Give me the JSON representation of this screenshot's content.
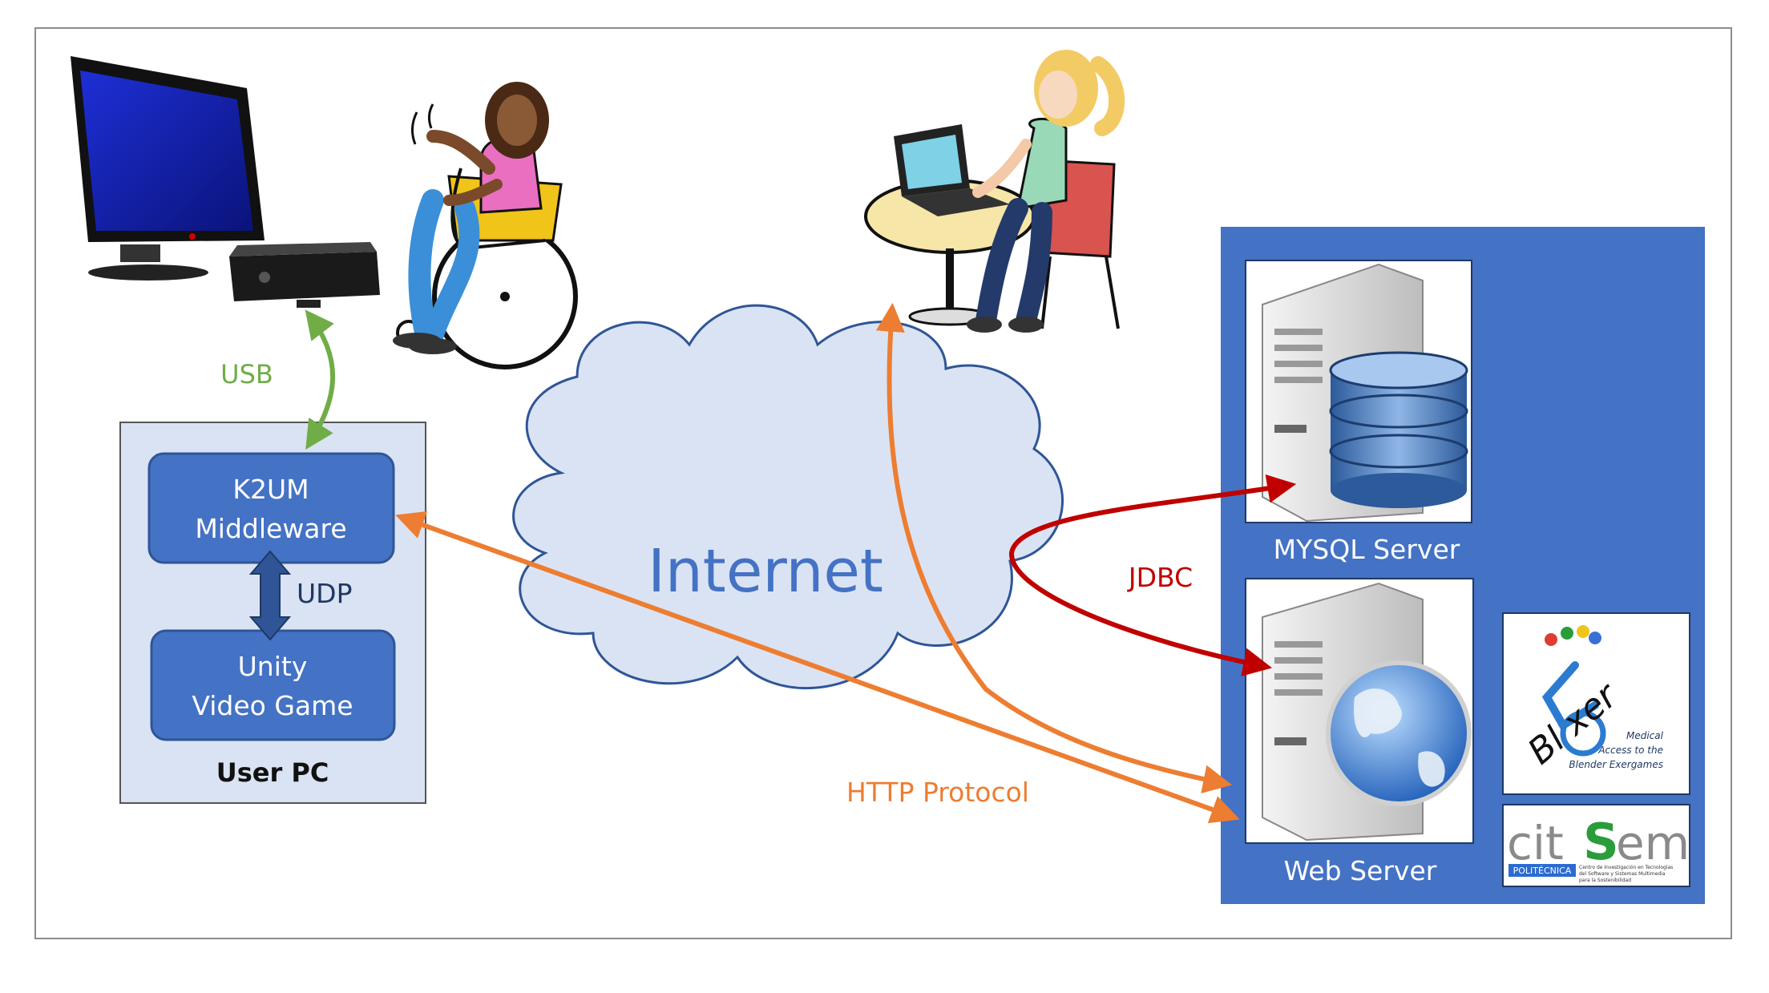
{
  "user_pc": {
    "title": "User PC",
    "middleware_line1": "K2UM",
    "middleware_line2": "Middleware",
    "game_line1": "Unity",
    "game_line2": "Video Game",
    "udp_label": "UDP"
  },
  "links": {
    "usb_label": "USB",
    "http_label": "HTTP Protocol",
    "jdbc_label": "JDBC"
  },
  "internet": {
    "label": "Internet"
  },
  "servers": {
    "mysql_label": "MYSQL Server",
    "web_label": "Web Server"
  },
  "logos": {
    "blexer_wordmark": "Bl xer",
    "blexer_tagline_1": "Medical",
    "blexer_tagline_2": "Access to the",
    "blexer_tagline_3": "Blender Exergames",
    "citsem_wordmark_1": "cit",
    "citsem_wordmark_2": "S",
    "citsem_wordmark_3": "em",
    "citsem_badge": "POLITÉCNICA",
    "citsem_caption_1": "Centro de Investigación en Tecnologías",
    "citsem_caption_2": "del Software y Sistemas Multimedia",
    "citsem_caption_3": "para la Sostenibilidad"
  },
  "colors": {
    "usb_green": "#70ad47",
    "http_orange": "#ed7d31",
    "jdbc_red": "#c00000",
    "box_blue": "#4472c4",
    "panel_blue": "#4472c4",
    "cloud_fill": "#dae3f3",
    "cloud_stroke": "#2f5597",
    "userpc_fill": "#dae3f3"
  }
}
